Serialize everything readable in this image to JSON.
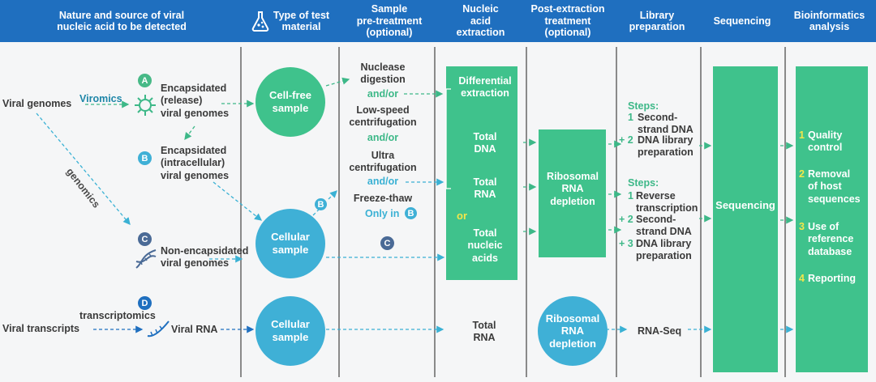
{
  "header": {
    "col1": "Nature and source of viral\nnucleic acid to be detected",
    "col2": "Type of test\nmaterial",
    "col3": "Sample\npre-treatment\n(optional)",
    "col4": "Nucleic\nacid\nextraction",
    "col5": "Post-extraction\ntreatment\n(optional)",
    "col6": "Library\npreparation",
    "col7": "Sequencing",
    "col8": "Bioinformatics\nanalysis"
  },
  "source": {
    "viral_genomes": "Viral genomes",
    "viral_transcripts": "Viral transcripts",
    "viromics": "Viromics",
    "genomics": "genomics",
    "transcriptomics": "transcriptomics",
    "a_label": "Encapsidated\n(release)\nviral genomes",
    "b_label": "Encapsidated\n(intracellular)\nviral genomes",
    "c_label": "Non-encapsidated\nviral genomes",
    "d_label": "Viral RNA",
    "badge_a": "A",
    "badge_b": "B",
    "badge_c": "C",
    "badge_d": "D"
  },
  "material": {
    "cellfree": "Cell-free\nsample",
    "cellular1": "Cellular\nsample",
    "cellular2": "Cellular\nsample"
  },
  "pretreatment": {
    "nuclease": "Nuclease\ndigestion",
    "andor1": "and/or",
    "lowspeed": "Low-speed\ncentrifugation",
    "andor2": "and/or",
    "ultra": "Ultra\ncentrifugation",
    "andor3": "and/or",
    "freeze": "Freeze-thaw",
    "onlyin": "Only in",
    "badge_b": "B",
    "badge_b2": "B",
    "badge_c": "C"
  },
  "extraction": {
    "differential": "Differential\nextraction",
    "total_dna": "Total\nDNA",
    "total_rna": "Total\nRNA",
    "or": "or",
    "total_nucleic": "Total\nnucleic\nacids",
    "total_rna_bottom": "Total\nRNA"
  },
  "post": {
    "ribo1": "Ribosomal\nRNA\ndepletion",
    "ribo2": "Ribosomal\nRNA\ndepletion"
  },
  "library": {
    "steps1": "Steps:",
    "s1_n1": "1",
    "s1_t1": "Second-\nstrand DNA",
    "s1_n2": "+ 2",
    "s1_t2": "DNA library\npreparation",
    "steps2": "Steps:",
    "s2_n1": "1",
    "s2_t1": "Reverse\ntranscription",
    "s2_n2": "+ 2",
    "s2_t2": "Second-\nstrand DNA",
    "s2_n3": "+ 3",
    "s2_t3": "DNA library\npreparation",
    "rnaseq": "RNA-Seq"
  },
  "sequencing": {
    "label": "Sequencing"
  },
  "bioinformatics": {
    "items": [
      {
        "num": "1",
        "text": "Quality\ncontrol"
      },
      {
        "num": "2",
        "text": "Removal\nof host\nsequences"
      },
      {
        "num": "3",
        "text": "Use of\nreference\ndatabase"
      },
      {
        "num": "4",
        "text": "Reporting"
      }
    ]
  },
  "colors": {
    "header": "#1f6fbf",
    "green": "#3db888",
    "cyan": "#3ab1d4",
    "badge_green": "#47b987",
    "badge_cyan": "#3fb0d6",
    "badge_slate": "#4a6a96",
    "badge_blue": "#1f6fbf"
  }
}
